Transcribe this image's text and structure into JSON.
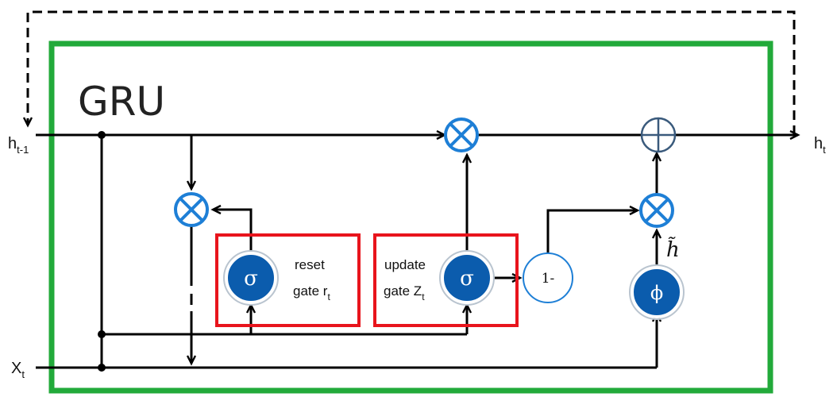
{
  "title": "GRU",
  "inputs": {
    "h_prev": {
      "base": "h",
      "sub": "t-1"
    },
    "x": {
      "base": "X",
      "sub": "t"
    }
  },
  "output": {
    "base": "h",
    "sub": "t"
  },
  "reset_gate": {
    "line1": "reset",
    "line2_base": "gate r",
    "line2_sub": "t"
  },
  "update_gate": {
    "line1": "update",
    "line2_base": "gate Z",
    "line2_sub": "t"
  },
  "sigma_symbol": "σ",
  "phi_symbol": "ϕ",
  "one_minus_label": "1-",
  "candidate_label": "h̃",
  "colors": {
    "frame": "#22aa3a",
    "gate_box": "#e8141c",
    "node_fill": "#0b5cad",
    "op_stroke": "#1e7fd6",
    "line": "#000000"
  }
}
